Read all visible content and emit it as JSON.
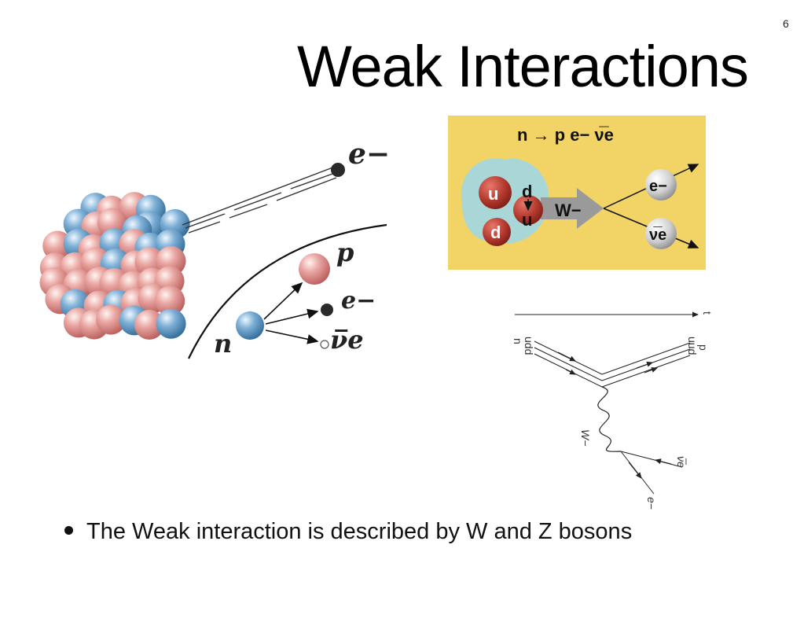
{
  "slide": {
    "number": "6",
    "title": "Weak Interactions",
    "bullets": [
      "The Weak interaction is described by W and Z bosons"
    ]
  },
  "decay_illustration": {
    "electron_label": "e−",
    "proton_label": "p",
    "neutron_label": "n",
    "decay_electron_label": "e−",
    "antineutrino_label": "ν̅e"
  },
  "quark_diagram": {
    "equation": "n → p e− ν̅e",
    "quarks": [
      "u",
      "d",
      "d",
      "u"
    ],
    "boson": "W−",
    "electron": "e−",
    "antineutrino": "ν̅e",
    "colors": {
      "background": "#f2d466",
      "nucleon": "#a9d6d6",
      "quark": "#b3392d",
      "arrow": "#9a9a9a"
    }
  },
  "feynman_diagram": {
    "time_label": "t",
    "neutron": "n",
    "neutron_quarks": "udd",
    "proton": "p",
    "proton_quarks": "uud",
    "boson": "W−",
    "antineutrino": "ν̅e",
    "electron": "e−"
  }
}
